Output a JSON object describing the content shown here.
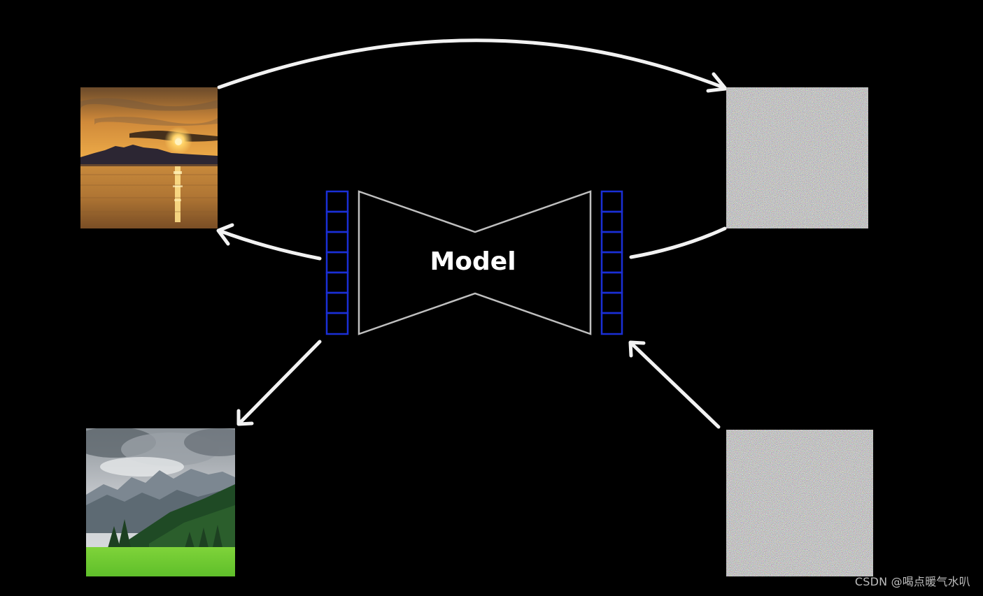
{
  "model": {
    "label": "Model"
  },
  "watermark": {
    "text": "CSDN @喝点暖气水叭"
  },
  "colors": {
    "background": "#000000",
    "arrow": "#f2f2f2",
    "vector_cell_stroke": "#1a2fd6",
    "model_outline": "#bfbfbf"
  },
  "latent_vectors": [
    {
      "name": "latent-vector-left",
      "cells": 7
    },
    {
      "name": "latent-vector-right",
      "cells": 7
    }
  ],
  "images": [
    {
      "name": "sunset-lake-image",
      "kind": "photo",
      "depicts": "sunset over lake"
    },
    {
      "name": "noise-image-top",
      "kind": "noise"
    },
    {
      "name": "mountain-meadow-image",
      "kind": "photo",
      "depicts": "mountains and meadow"
    },
    {
      "name": "noise-image-bottom",
      "kind": "noise"
    }
  ]
}
